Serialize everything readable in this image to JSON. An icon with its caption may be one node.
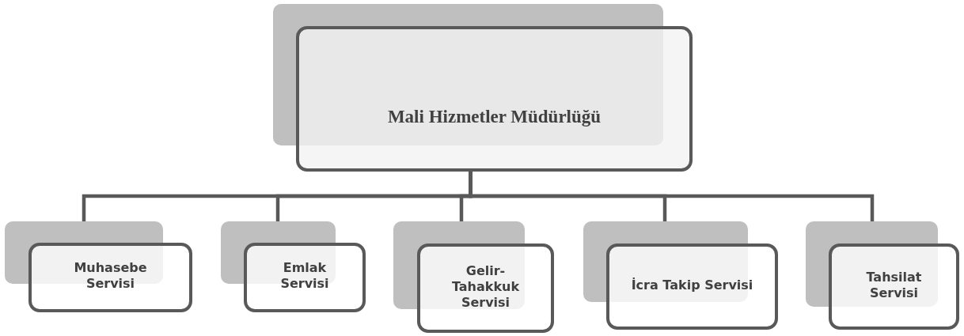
{
  "diagram": {
    "nodes": [
      {
        "text": [
          "Mali Hizmetler Müdürlüğü"
        ]
      },
      {
        "text": [
          "Muhasebe Servisi"
        ]
      },
      {
        "text": [
          "Emlak Servisi"
        ]
      },
      {
        "text": [
          "Gelir-Tahakkuk Servisi"
        ]
      },
      {
        "text": [
          "İcra Takip Servisi"
        ]
      },
      {
        "text": [
          "Tahsilat Servisi"
        ]
      }
    ],
    "edges": [
      {
        "from": 0,
        "to": 1,
        "arrow": "none"
      },
      {
        "from": 0,
        "to": 2,
        "arrow": "none"
      },
      {
        "from": 0,
        "to": 3,
        "arrow": "none"
      },
      {
        "from": 0,
        "to": 4,
        "arrow": "none"
      },
      {
        "from": 0,
        "to": 5,
        "arrow": "none"
      }
    ]
  }
}
